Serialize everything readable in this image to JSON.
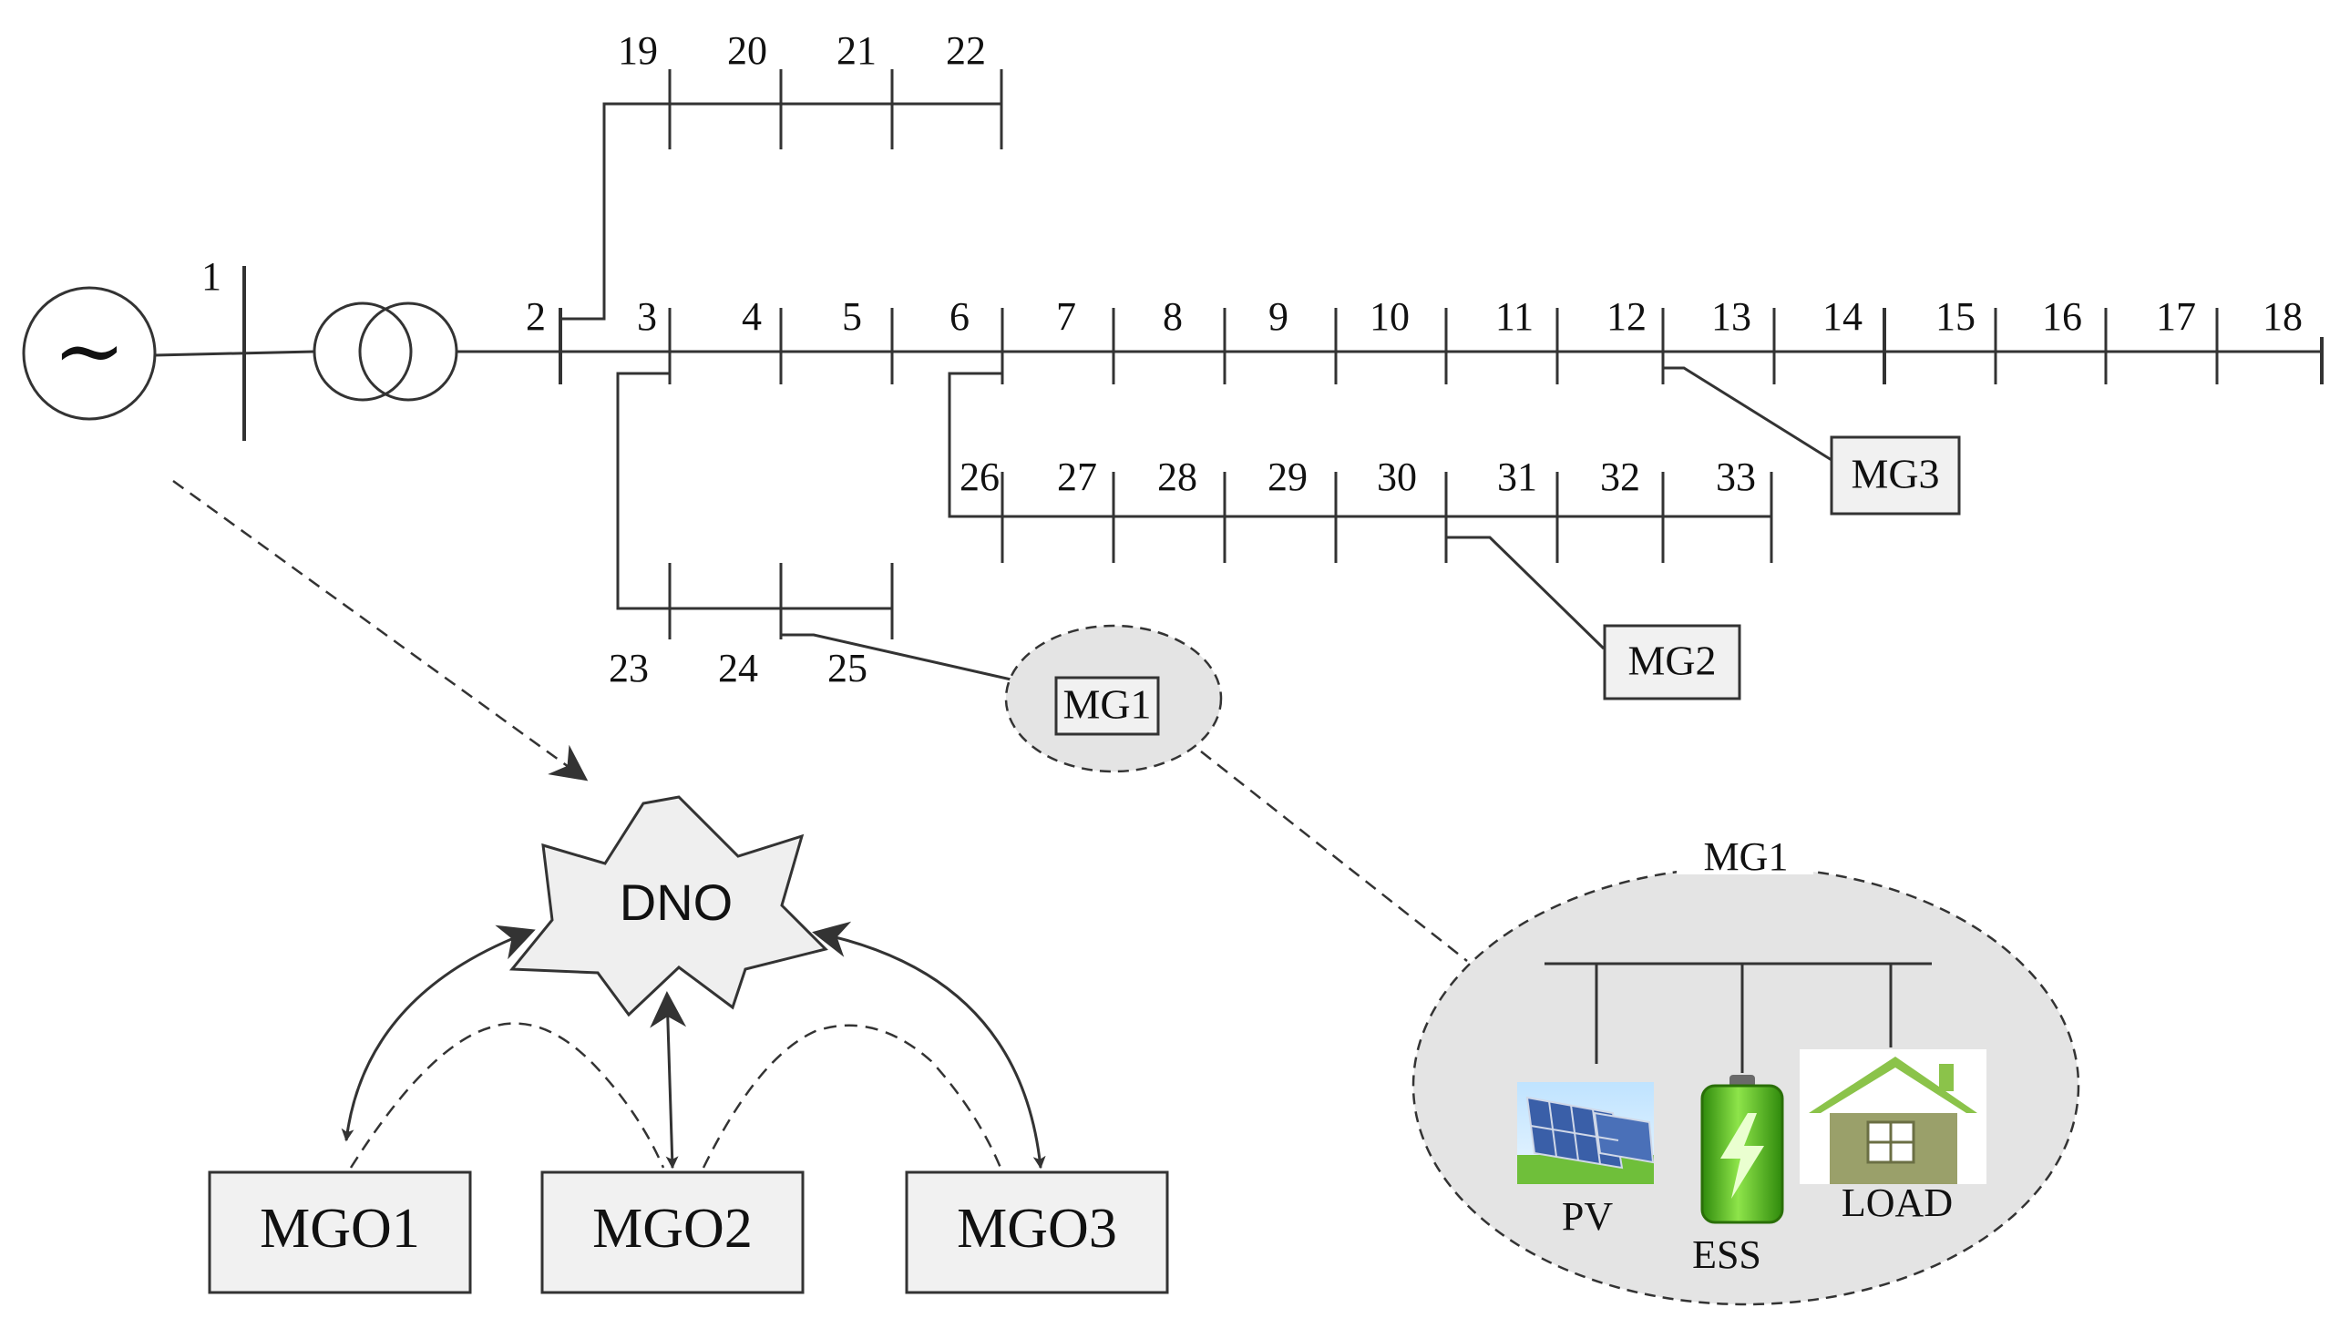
{
  "source_symbol": "~",
  "buses": {
    "main": [
      "2",
      "3",
      "4",
      "5",
      "6",
      "7",
      "8",
      "9",
      "10",
      "11",
      "12",
      "13",
      "14",
      "15",
      "16",
      "17",
      "18"
    ],
    "upper_branch": [
      "19",
      "20",
      "21",
      "22"
    ],
    "lower_branch": [
      "23",
      "24",
      "25"
    ],
    "right_branch": [
      "26",
      "27",
      "28",
      "29",
      "30",
      "31",
      "32",
      "33"
    ],
    "source_bus": "1"
  },
  "microgrids": {
    "mg1": "MG1",
    "mg2": "MG2",
    "mg3": "MG3"
  },
  "operators": {
    "dno": "DNO",
    "mgo1": "MGO1",
    "mgo2": "MGO2",
    "mgo3": "MGO3"
  },
  "detail": {
    "title": "MG1",
    "pv": "PV",
    "ess": "ESS",
    "load": "LOAD"
  },
  "colors": {
    "line": "#333333",
    "box_fill": "#f1f1f1",
    "ellipse_fill": "#e4e4e4",
    "battery_green": "#5ac81e",
    "house_green": "#8bc34a",
    "house_wall": "#9aa06a",
    "pv_blue": "#3a5fa8"
  }
}
